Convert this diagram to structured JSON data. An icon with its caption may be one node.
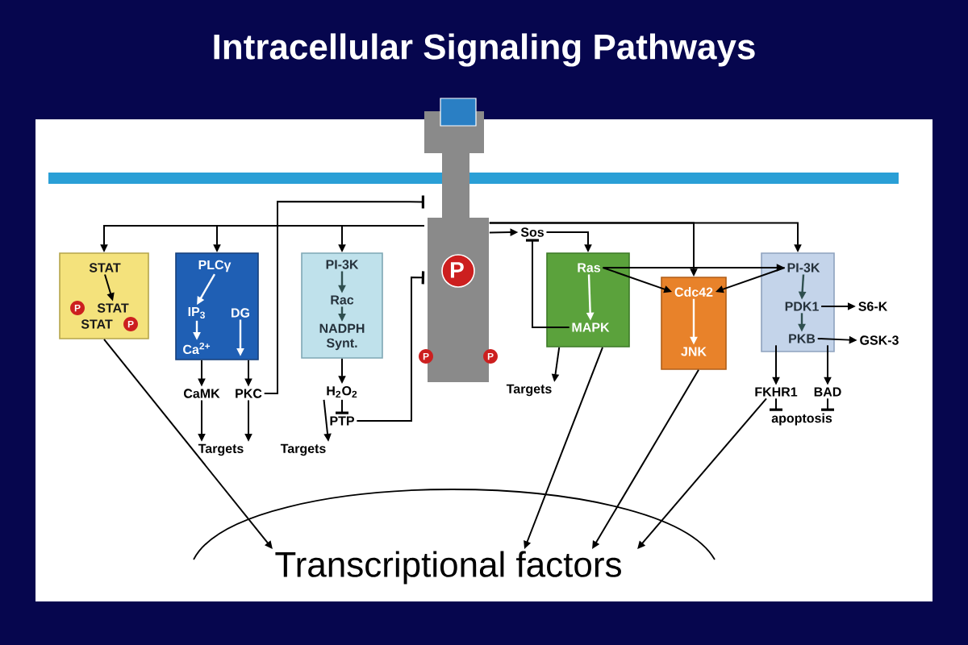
{
  "diagram": {
    "title": "Intracellular Signaling Pathways",
    "nodes": [
      {
        "text": [
          "P"
        ]
      },
      {
        "text": [],
        "shape": "box"
      },
      {
        "text": [
          "STAT"
        ],
        "in": 1
      },
      {
        "text": [
          "STAT"
        ],
        "in": 1
      },
      {
        "text": [
          "STAT"
        ],
        "in": 1
      },
      {
        "text": [],
        "shape": "box"
      },
      {
        "text": [
          "PLCγ"
        ],
        "in": 5
      },
      {
        "text": [
          "IP$_{3}$"
        ],
        "in": 5
      },
      {
        "text": [
          "DG"
        ],
        "in": 5
      },
      {
        "text": [
          "Ca$^{2+}$"
        ],
        "in": 5
      },
      {
        "text": [
          "CaMK"
        ]
      },
      {
        "text": [
          "PKC"
        ]
      },
      {
        "text": [
          "Targets"
        ]
      },
      {
        "text": [],
        "shape": "box"
      },
      {
        "text": [
          "PI-3K"
        ],
        "in": 13
      },
      {
        "text": [
          "Rac"
        ],
        "in": 13
      },
      {
        "text": [
          "NADPH Synt."
        ],
        "in": 13
      },
      {
        "text": [
          "H$_{2}$O$_{2}$"
        ]
      },
      {
        "text": [
          "PTP"
        ]
      },
      {
        "text": [
          "Targets"
        ]
      },
      {
        "text": [
          "Sos"
        ]
      },
      {
        "text": [],
        "shape": "box"
      },
      {
        "text": [
          "Ras"
        ],
        "in": 21
      },
      {
        "text": [
          "MAPK"
        ],
        "in": 21
      },
      {
        "text": [
          "Targets"
        ]
      },
      {
        "text": [],
        "shape": "box"
      },
      {
        "text": [
          "Cdc42"
        ],
        "in": 25
      },
      {
        "text": [
          "JNK"
        ],
        "in": 25
      },
      {
        "text": [],
        "shape": "box"
      },
      {
        "text": [
          "PI-3K"
        ],
        "in": 28
      },
      {
        "text": [
          "PDK1"
        ],
        "in": 28
      },
      {
        "text": [
          "PKB"
        ],
        "in": 28
      },
      {
        "text": [
          "S6-K"
        ]
      },
      {
        "text": [
          "GSK-3"
        ]
      },
      {
        "text": [
          "FKHR1"
        ]
      },
      {
        "text": [
          "BAD"
        ]
      },
      {
        "text": [
          "apoptosis"
        ]
      },
      {
        "text": [
          "Transcriptional factors"
        ]
      }
    ],
    "edges": [
      {
        "from": 0,
        "to": 1,
        "arrow": "to"
      },
      {
        "from": 0,
        "to": 5,
        "arrow": "to"
      },
      {
        "from": 0,
        "to": 13,
        "arrow": "to"
      },
      {
        "from": 11,
        "to": 0,
        "arrow": "other"
      },
      {
        "from": 18,
        "to": 0,
        "arrow": "other"
      },
      {
        "from": 0,
        "to": 20,
        "arrow": "to"
      },
      {
        "from": 0,
        "to": 25,
        "arrow": "to"
      },
      {
        "from": 0,
        "to": 28,
        "arrow": "to"
      },
      {
        "from": 20,
        "to": 21,
        "arrow": "to"
      },
      {
        "from": 23,
        "to": 20,
        "arrow": "other"
      },
      {
        "from": 2,
        "to": 3,
        "arrow": "to"
      },
      {
        "from": 6,
        "to": 7,
        "arrow": "to",
        "color": "#ffffff"
      },
      {
        "from": 7,
        "to": 9,
        "arrow": "to",
        "color": "#ffffff"
      },
      {
        "from": 8,
        "to": null,
        "arrow": "to",
        "color": "#ffffff"
      },
      {
        "from": 5,
        "to": 10,
        "arrow": "to"
      },
      {
        "from": 5,
        "to": 11,
        "arrow": "to"
      },
      {
        "from": 10,
        "to": 12,
        "arrow": "to"
      },
      {
        "from": 11,
        "to": 12,
        "arrow": "to"
      },
      {
        "from": 14,
        "to": 15,
        "arrow": "to",
        "color": "#2f4f4f"
      },
      {
        "from": 15,
        "to": 16,
        "arrow": "to",
        "color": "#2f4f4f"
      },
      {
        "from": 13,
        "to": 17,
        "arrow": "to"
      },
      {
        "from": 17,
        "to": 19,
        "arrow": "to"
      },
      {
        "from": 17,
        "to": 18,
        "arrow": "other"
      },
      {
        "from": 22,
        "to": 23,
        "arrow": "to",
        "color": "#ffffff"
      },
      {
        "from": 21,
        "to": 24,
        "arrow": "to"
      },
      {
        "from": 22,
        "to": 26,
        "arrow": "to"
      },
      {
        "from": 22,
        "to": 29,
        "arrow": "to"
      },
      {
        "from": 29,
        "to": 26,
        "arrow": "to"
      },
      {
        "from": 26,
        "to": 27,
        "arrow": "to",
        "color": "#ffffff"
      },
      {
        "from": 29,
        "to": 30,
        "arrow": "to",
        "color": "#2f4f4f"
      },
      {
        "from": 30,
        "to": 31,
        "arrow": "to",
        "color": "#2f4f4f"
      },
      {
        "from": 30,
        "to": 32,
        "arrow": "to"
      },
      {
        "from": 31,
        "to": 33,
        "arrow": "to"
      },
      {
        "from": 31,
        "to": 34,
        "arrow": "to"
      },
      {
        "from": 31,
        "to": 35,
        "arrow": "to"
      },
      {
        "from": 34,
        "to": 36,
        "arrow": "other"
      },
      {
        "from": 35,
        "to": 36,
        "arrow": "other"
      },
      {
        "from": 1,
        "to": 37,
        "arrow": "to"
      },
      {
        "from": 21,
        "to": 37,
        "arrow": "to"
      },
      {
        "from": 25,
        "to": 37,
        "arrow": "to"
      },
      {
        "from": 34,
        "to": 37,
        "arrow": "to"
      }
    ],
    "labels": [
      "P",
      "P",
      "P",
      "P"
    ]
  }
}
